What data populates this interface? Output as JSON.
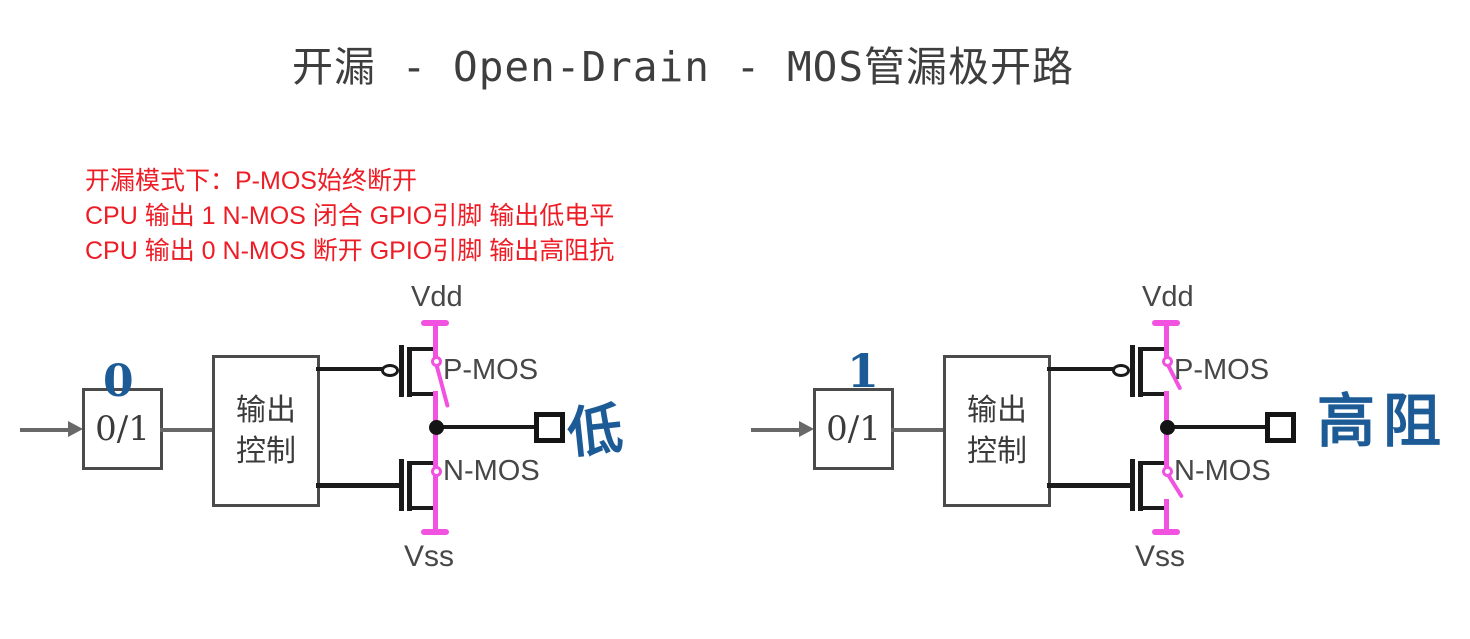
{
  "title": "开漏 - Open-Drain - MOS管漏极开路",
  "notes": {
    "line1": "开漏模式下：P-MOS始终断开",
    "line2": "CPU 输出 1 N-MOS 闭合 GPIO引脚 输出低电平",
    "line3": "CPU 输出 0 N-MOS 断开 GPIO引脚 输出高阻抗"
  },
  "colors": {
    "note_red": "#ee1c25",
    "switch_magenta": "#f153e0",
    "handwriting_blue": "#1d5b97",
    "wire_black": "#1b1b1b",
    "wire_gray": "#686868",
    "box_border_gray": "#4b4b4b",
    "label_gray": "#474747",
    "title_gray": "#3e3e3e"
  },
  "circuit_left": {
    "handwritten_input": "0",
    "register_label": "0/1",
    "control_line1": "输出",
    "control_line2": "控制",
    "vdd_label": "Vdd",
    "vss_label": "Vss",
    "pmos_label": "P-MOS",
    "nmos_label": "N-MOS",
    "pmos_switch_state": "open",
    "nmos_switch_state": "closed",
    "output_annotation": "低"
  },
  "circuit_right": {
    "handwritten_input": "1",
    "register_label": "0/1",
    "control_line1": "输出",
    "control_line2": "控制",
    "vdd_label": "Vdd",
    "vss_label": "Vss",
    "pmos_label": "P-MOS",
    "nmos_label": "N-MOS",
    "pmos_switch_state": "open",
    "nmos_switch_state": "open",
    "output_annotation": "高阻"
  }
}
